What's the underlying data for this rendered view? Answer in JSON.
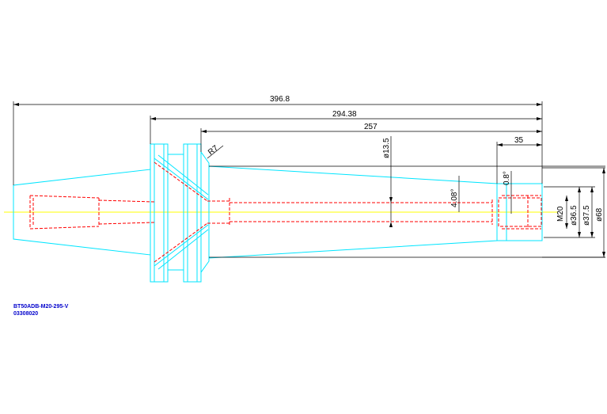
{
  "drawing": {
    "dimensions": {
      "overall_length": "396.8",
      "length_294": "294.38",
      "length_257": "257",
      "length_35": "35",
      "radius": "R7",
      "diameter_bore": "ø13.5",
      "angle_taper": "4.08°",
      "angle_small": "0.8°",
      "thread": "M20",
      "diameter_36": "ø36.5",
      "diameter_37": "ø37.5",
      "diameter_68": "ø68"
    }
  },
  "title_block": {
    "part_number": "BT50ADB-M20-295-V",
    "code": "03308020"
  },
  "colors": {
    "outline": "#00e5ff",
    "hidden": "#ff0000",
    "centerline": "#ffff00",
    "dimension": "#000000",
    "title": "#0000cc"
  }
}
